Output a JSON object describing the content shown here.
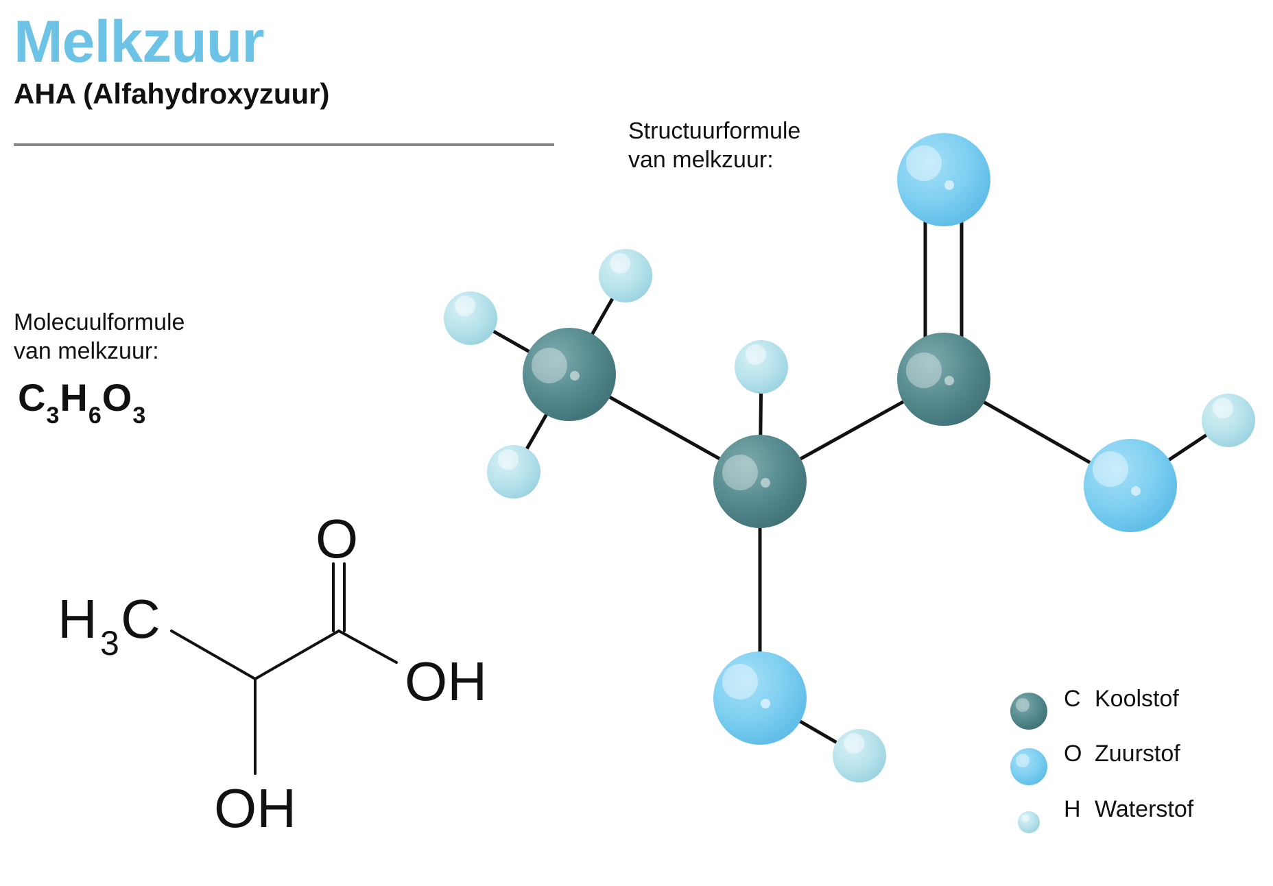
{
  "header": {
    "title": "Melkzuur",
    "subtitle": "AHA (Alfahydroxyzuur)"
  },
  "molecular_formula": {
    "label_line1": "Molecuulformule",
    "label_line2": "van melkzuur:",
    "parts": [
      {
        "element": "C",
        "count": "3"
      },
      {
        "element": "H",
        "count": "6"
      },
      {
        "element": "O",
        "count": "3"
      }
    ]
  },
  "skeletal_formula": {
    "methyl_H": "H",
    "methyl_sub": "3",
    "methyl_C": "C",
    "carbonyl_O": "O",
    "acid_OH": "OH",
    "hydroxyl_OH": "OH"
  },
  "structural_formula": {
    "label_line1": "Structuurformule",
    "label_line2": "van melkzuur:"
  },
  "legend": [
    {
      "symbol": "C",
      "name": "Koolstof",
      "atom": "carbon"
    },
    {
      "symbol": "O",
      "name": "Zuurstof",
      "atom": "oxygen"
    },
    {
      "symbol": "H",
      "name": "Waterstof",
      "atom": "hydrogen"
    }
  ],
  "colors": {
    "title": "#6cc3e6",
    "carbon": "#568b8f",
    "oxygen": "#7fcff1",
    "hydrogen": "#b9e3ec",
    "bond": "#111111"
  }
}
